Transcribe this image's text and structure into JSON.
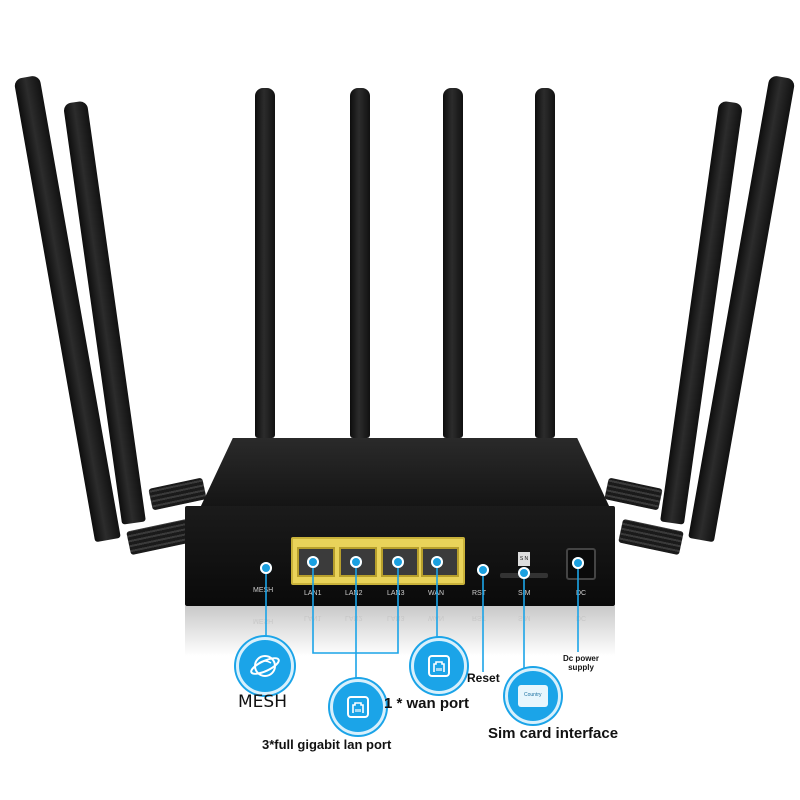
{
  "router_labels": {
    "mesh": "MESH",
    "lan1": "LAN1",
    "lan2": "LAN2",
    "lan3": "LAN3",
    "wan": "WAN",
    "rst": "RST",
    "sim": "SIM",
    "dc": "DC",
    "sim_mark": "S N"
  },
  "callouts": {
    "mesh": "MESH",
    "wan_port": "1 * wan port",
    "lan_ports": "3*full gigabit lan port",
    "reset": "Reset",
    "sim_card": "Sim card interface",
    "dc_power": "Dc power supply",
    "sim_icon_text": "Country"
  },
  "colors": {
    "accent": "#1ba4e8",
    "port_yellow": "#e9d35a",
    "router_black": "#111111"
  }
}
